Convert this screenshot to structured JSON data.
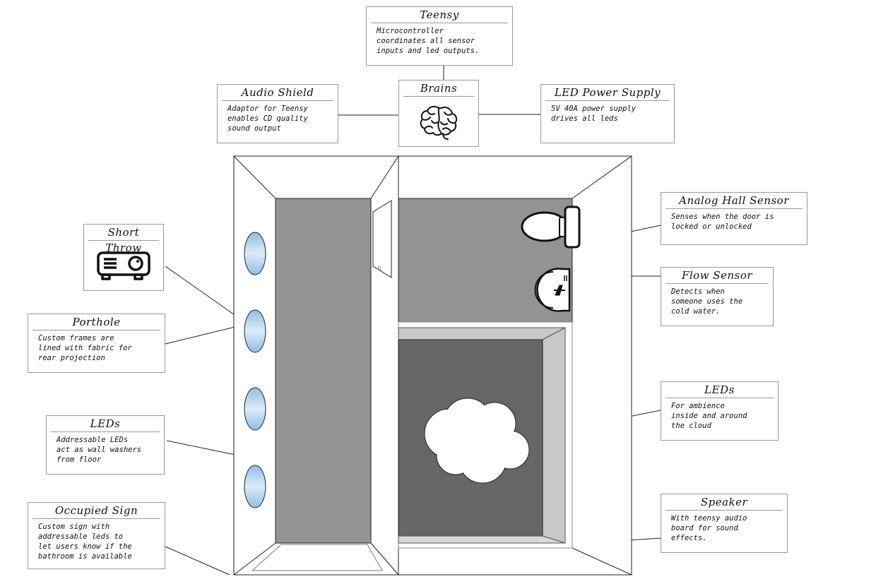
{
  "boxes": {
    "teensy": {
      "title": "Teensy",
      "desc": "Microcontroller\ncoordinates all sensor\ninputs and led outputs."
    },
    "audio_shield": {
      "title": "Audio Shield",
      "desc": "Adaptor for Teensy\nenables CD quality\nsound output"
    },
    "brains": {
      "title": "Brains",
      "icon": "brain-icon"
    },
    "led_power": {
      "title": "LED Power Supply",
      "desc": "5V 40A power supply\ndrives all leds"
    },
    "short_throw": {
      "title": "Short Throw",
      "icon": "projector-icon"
    },
    "porthole": {
      "title": "Porthole",
      "desc": "Custom frames are\nlined with fabric for\nrear projection"
    },
    "leds_wall": {
      "title": "LEDs",
      "desc": "Addressable LEDs\nact as wall washers\nfrom floor"
    },
    "occupied_sign": {
      "title": "Occupied Sign",
      "desc": "Custom sign with\naddressable leds to\nlet users know if the\nbathroom is available"
    },
    "hall_sensor": {
      "title": "Analog Hall Sensor",
      "desc": "Senses when the door is\nlocked or unlocked"
    },
    "flow_sensor": {
      "title": "Flow Sensor",
      "desc": "Detects when\nsomeone uses the\ncold water."
    },
    "leds_cloud": {
      "title": "LEDs",
      "desc": "For ambience\ninside and around\nthe cloud"
    },
    "speaker": {
      "title": "Speaker",
      "desc": "With teensy audio\nboard for sound\neffects."
    }
  },
  "door_label": "0",
  "colors": {
    "stroke": "#222222",
    "box_border": "#9a9a9a",
    "floor": "#939393",
    "dark_floor": "#666666",
    "light_wall": "#c8c8c8",
    "sky": "#9cc7ea"
  }
}
